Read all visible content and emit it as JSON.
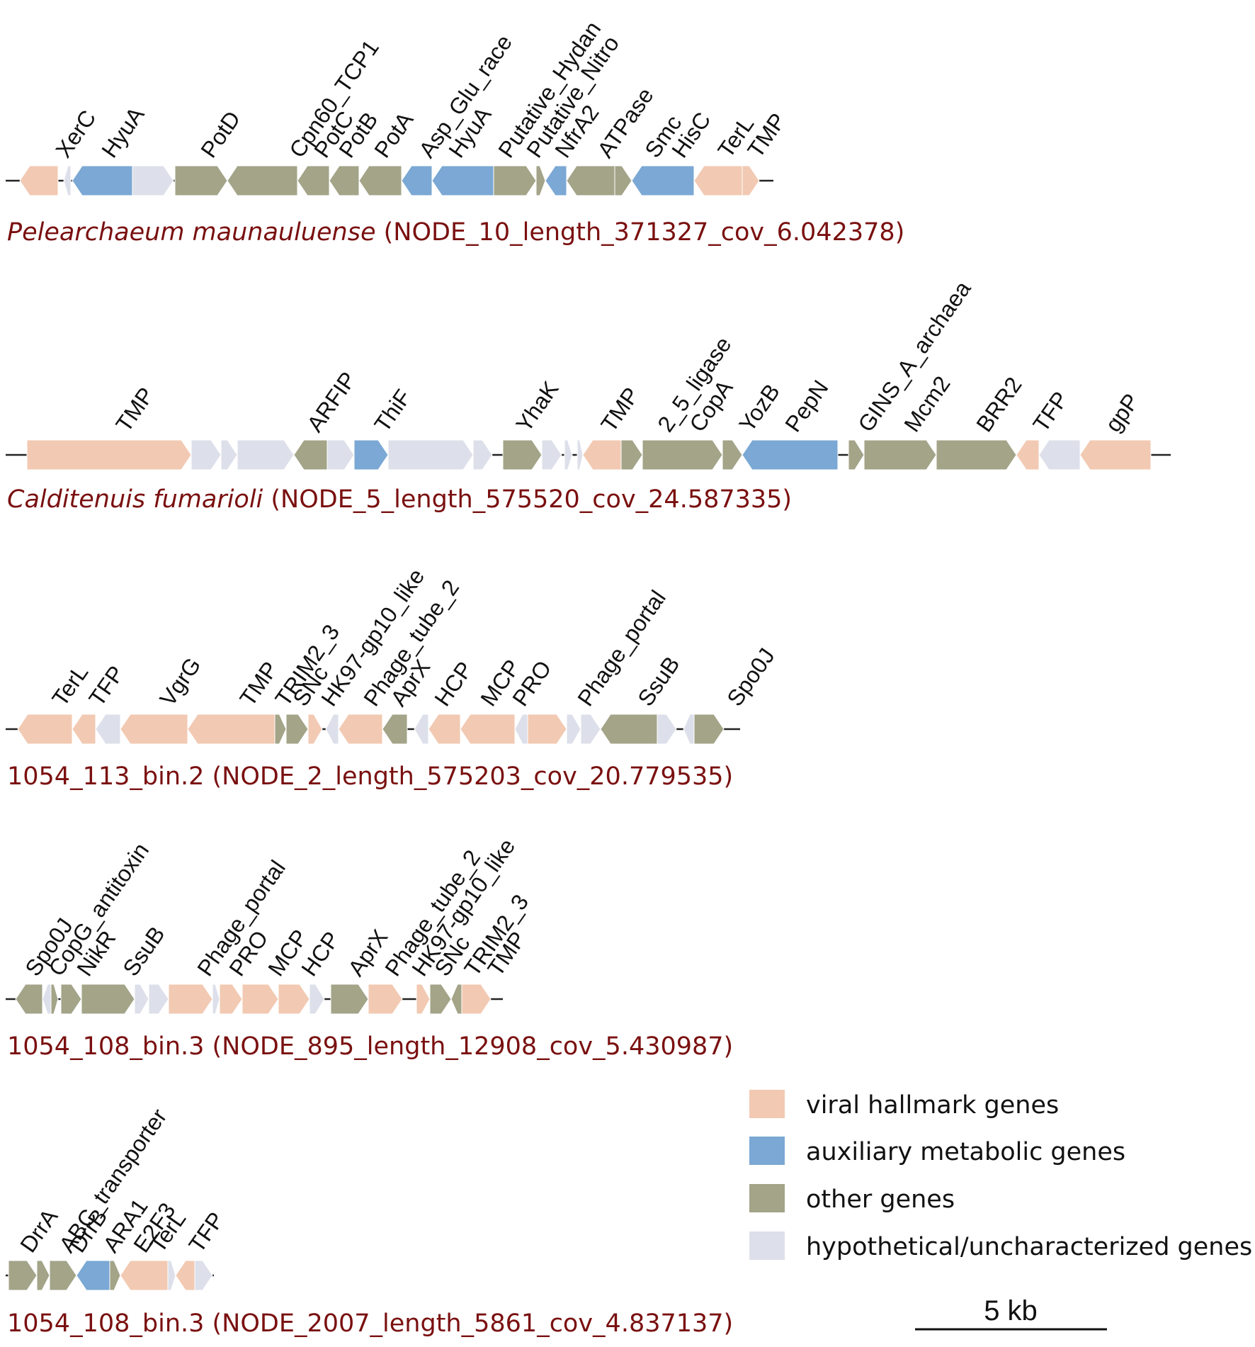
{
  "colors": {
    "viral": "#f2c9b2",
    "auxiliary": "#7ba8d4",
    "other": "#a3a488",
    "hypothetical": "#dde0ea",
    "backbone": "#222222",
    "title": "#7a1010"
  },
  "legend": [
    {
      "category": "viral",
      "label": "viral hallmark genes"
    },
    {
      "category": "auxiliary",
      "label": "auxiliary metabolic genes"
    },
    {
      "category": "other",
      "label": "other genes"
    },
    {
      "category": "hypothetical",
      "label": "hypothetical/uncharacterized genes"
    }
  ],
  "scale_bar": {
    "label": "5 kb",
    "length_kb": 5
  },
  "contigs": [
    {
      "organism": "Pelearchaeum maunauluense",
      "node": "(NODE_10_length_371327_cov_6.042378)",
      "labels": [
        "XerC",
        "HyuA",
        "PotD",
        "Cpn60_TCP1",
        "PotC",
        "PotB",
        "PotA",
        "Asp_Glu_race",
        "HyuA",
        "Putative_Hydan",
        "Putative_Nitro",
        "NfrA2",
        "ATPase",
        "Smc",
        "HisC",
        "TerL",
        "TMP"
      ],
      "genes": [
        {
          "c": "viral",
          "dir": "-1"
        },
        {
          "c": "hypothetical",
          "dir": "-1"
        },
        {
          "c": "auxiliary",
          "dir": "-1"
        },
        {
          "c": "hypothetical",
          "dir": "1"
        },
        {
          "c": "other",
          "dir": "1"
        },
        {
          "c": "other",
          "dir": "-1"
        },
        {
          "c": "other",
          "dir": "-1"
        },
        {
          "c": "other",
          "dir": "-1"
        },
        {
          "c": "other",
          "dir": "-1"
        },
        {
          "c": "auxiliary",
          "dir": "-1"
        },
        {
          "c": "auxiliary",
          "dir": "-1"
        },
        {
          "c": "other",
          "dir": "1"
        },
        {
          "c": "other",
          "dir": "1"
        },
        {
          "c": "auxiliary",
          "dir": "-1"
        },
        {
          "c": "other",
          "dir": "-1"
        },
        {
          "c": "other",
          "dir": "1"
        },
        {
          "c": "auxiliary",
          "dir": "-1"
        },
        {
          "c": "viral",
          "dir": "-1"
        },
        {
          "c": "viral",
          "dir": "1"
        }
      ]
    },
    {
      "organism": "Calditenuis fumarioli",
      "node": "(NODE_5_length_575520_cov_24.587335)",
      "labels": [
        "TMP",
        "ARFIP",
        "ThiF",
        "YhaK",
        "TMP",
        "2_5_ligase",
        "CopA",
        "YozB",
        "PepN",
        "GINS_A_archaea",
        "Mcm2",
        "BRR2",
        "TFP",
        "gpP"
      ],
      "genes": [
        {
          "c": "viral",
          "dir": "1"
        },
        {
          "c": "hypothetical",
          "dir": "1"
        },
        {
          "c": "hypothetical",
          "dir": "1"
        },
        {
          "c": "hypothetical",
          "dir": "1"
        },
        {
          "c": "other",
          "dir": "-1"
        },
        {
          "c": "hypothetical",
          "dir": "1"
        },
        {
          "c": "auxiliary",
          "dir": "1"
        },
        {
          "c": "hypothetical",
          "dir": "1"
        },
        {
          "c": "hypothetical",
          "dir": "1"
        },
        {
          "c": "other",
          "dir": "1"
        },
        {
          "c": "hypothetical",
          "dir": "1"
        },
        {
          "c": "hypothetical",
          "dir": "1"
        },
        {
          "c": "hypothetical",
          "dir": "1"
        },
        {
          "c": "viral",
          "dir": "-1"
        },
        {
          "c": "other",
          "dir": "1"
        },
        {
          "c": "other",
          "dir": "1"
        },
        {
          "c": "other",
          "dir": "1"
        },
        {
          "c": "auxiliary",
          "dir": "-1"
        },
        {
          "c": "other",
          "dir": "1"
        },
        {
          "c": "other",
          "dir": "1"
        },
        {
          "c": "other",
          "dir": "1"
        },
        {
          "c": "viral",
          "dir": "-1"
        },
        {
          "c": "hypothetical",
          "dir": "-1"
        },
        {
          "c": "viral",
          "dir": "-1"
        }
      ]
    },
    {
      "organism": "1054_113_bin.2",
      "node": "(NODE_2_length_575203_cov_20.779535)",
      "labels": [
        "TerL",
        "TFP",
        "VgrG",
        "TMP",
        "TRIM2_3",
        "SNc",
        "HK97-gp10_like",
        "Phage_tube_2",
        "AprX",
        "HCP",
        "MCP",
        "PRO",
        "Phage_portal",
        "SsuB",
        "Spo0J"
      ],
      "genes": [
        {
          "c": "viral",
          "dir": "-1"
        },
        {
          "c": "viral",
          "dir": "-1"
        },
        {
          "c": "hypothetical",
          "dir": "-1"
        },
        {
          "c": "viral",
          "dir": "-1"
        },
        {
          "c": "viral",
          "dir": "-1"
        },
        {
          "c": "other",
          "dir": "1"
        },
        {
          "c": "other",
          "dir": "1"
        },
        {
          "c": "viral",
          "dir": "1"
        },
        {
          "c": "hypothetical",
          "dir": "-1"
        },
        {
          "c": "viral",
          "dir": "-1"
        },
        {
          "c": "other",
          "dir": "-1"
        },
        {
          "c": "hypothetical",
          "dir": "-1"
        },
        {
          "c": "viral",
          "dir": "-1"
        },
        {
          "c": "viral",
          "dir": "-1"
        },
        {
          "c": "hypothetical",
          "dir": "-1"
        },
        {
          "c": "viral",
          "dir": "1"
        },
        {
          "c": "hypothetical",
          "dir": "1"
        },
        {
          "c": "hypothetical",
          "dir": "1"
        },
        {
          "c": "other",
          "dir": "-1"
        },
        {
          "c": "hypothetical",
          "dir": "1"
        },
        {
          "c": "hypothetical",
          "dir": "-1"
        },
        {
          "c": "other",
          "dir": "1"
        }
      ]
    },
    {
      "organism": "1054_108_bin.3",
      "node": "(NODE_895_length_12908_cov_5.430987)",
      "labels": [
        "Spo0J",
        "CopG_antitoxin",
        "NikR",
        "SsuB",
        "Phage_portal",
        "PRO",
        "MCP",
        "HCP",
        "AprX",
        "Phage_tube_2",
        "HK97-gp10_like",
        "SNc",
        "TRIM2_3",
        "TMP"
      ],
      "genes": [
        {
          "c": "other",
          "dir": "-1"
        },
        {
          "c": "hypothetical",
          "dir": "-1"
        },
        {
          "c": "other",
          "dir": "1"
        },
        {
          "c": "other",
          "dir": "1"
        },
        {
          "c": "other",
          "dir": "1"
        },
        {
          "c": "hypothetical",
          "dir": "1"
        },
        {
          "c": "hypothetical",
          "dir": "1"
        },
        {
          "c": "viral",
          "dir": "1"
        },
        {
          "c": "hypothetical",
          "dir": "1"
        },
        {
          "c": "viral",
          "dir": "1"
        },
        {
          "c": "viral",
          "dir": "1"
        },
        {
          "c": "viral",
          "dir": "1"
        },
        {
          "c": "hypothetical",
          "dir": "1"
        },
        {
          "c": "other",
          "dir": "1"
        },
        {
          "c": "viral",
          "dir": "1"
        },
        {
          "c": "viral",
          "dir": "1"
        },
        {
          "c": "other",
          "dir": "1"
        },
        {
          "c": "other",
          "dir": "-1"
        },
        {
          "c": "viral",
          "dir": "1"
        }
      ]
    },
    {
      "organism": "1054_108_bin.3",
      "node": "(NODE_2007_length_5861_cov_4.837137)",
      "labels": [
        "DrrA",
        "ABC_transporter",
        "DrrB",
        "ARA1",
        "E2F3",
        "TerL",
        "TFP"
      ],
      "genes": [
        {
          "c": "other",
          "dir": "1"
        },
        {
          "c": "other",
          "dir": "1"
        },
        {
          "c": "other",
          "dir": "1"
        },
        {
          "c": "auxiliary",
          "dir": "-1"
        },
        {
          "c": "other",
          "dir": "1"
        },
        {
          "c": "viral",
          "dir": "-1"
        },
        {
          "c": "hypothetical",
          "dir": "1"
        },
        {
          "c": "viral",
          "dir": "-1"
        },
        {
          "c": "hypothetical",
          "dir": "1"
        }
      ]
    }
  ]
}
